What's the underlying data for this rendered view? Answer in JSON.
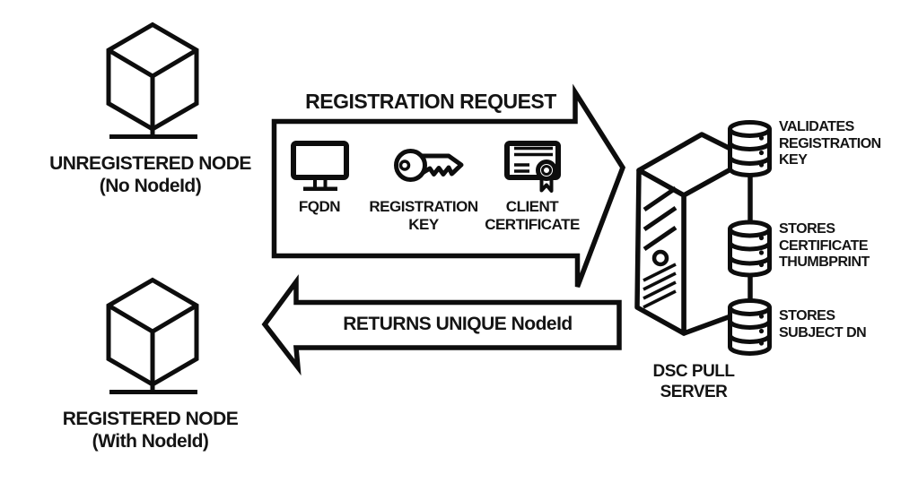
{
  "diagram": {
    "left_nodes": {
      "unregistered": {
        "label": "UNREGISTERED NODE",
        "sublabel": "(No NodeId)"
      },
      "registered": {
        "label": "REGISTERED NODE",
        "sublabel": "(With NodeId)"
      }
    },
    "request_arrow": {
      "title": "REGISTRATION REQUEST",
      "items": [
        {
          "icon": "monitor-icon",
          "lines": [
            "FQDN"
          ]
        },
        {
          "icon": "key-icon",
          "lines": [
            "REGISTRATION",
            "KEY"
          ]
        },
        {
          "icon": "certificate-icon",
          "lines": [
            "CLIENT",
            "CERTIFICATE"
          ]
        }
      ]
    },
    "return_arrow": {
      "label": "RETURNS UNIQUE NodeId"
    },
    "pull_server": {
      "label_line1": "DSC PULL",
      "label_line2": "SERVER",
      "databases": [
        {
          "icon": "database-icon",
          "lines": [
            "VALIDATES",
            "REGISTRATION",
            "KEY"
          ]
        },
        {
          "icon": "database-icon",
          "lines": [
            "STORES",
            "CERTIFICATE",
            "THUMBPRINT"
          ]
        },
        {
          "icon": "database-icon",
          "lines": [
            "STORES",
            "SUBJECT DN"
          ]
        }
      ]
    },
    "colors": {
      "stroke": "#0d0d0d",
      "text": "#141414",
      "background": "#ffffff"
    }
  }
}
